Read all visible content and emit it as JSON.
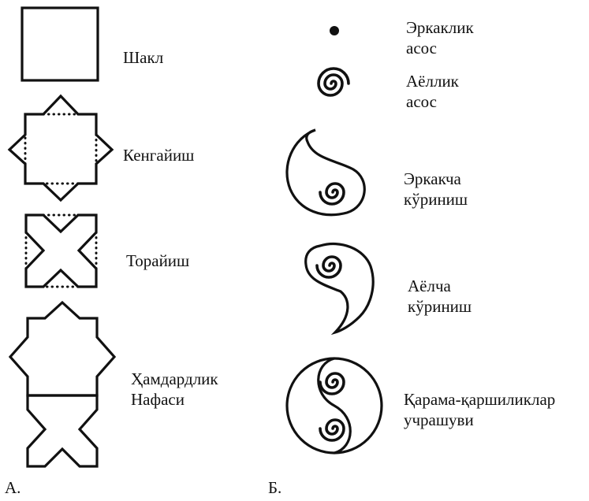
{
  "panel_a": {
    "marker": "А.",
    "labels": [
      "Шакл",
      "Кенгайиш",
      "Торайиш",
      "Ҳамдардлик\nНафаси"
    ]
  },
  "panel_b": {
    "marker": "Б.",
    "labels": [
      "Эркаклик\nасос",
      "Аёллик\nасос",
      "Эркакча\nкўриниш",
      "Аёлча\nкўриниш",
      "Қарама-қаршиликлар\nучрашуви"
    ]
  }
}
